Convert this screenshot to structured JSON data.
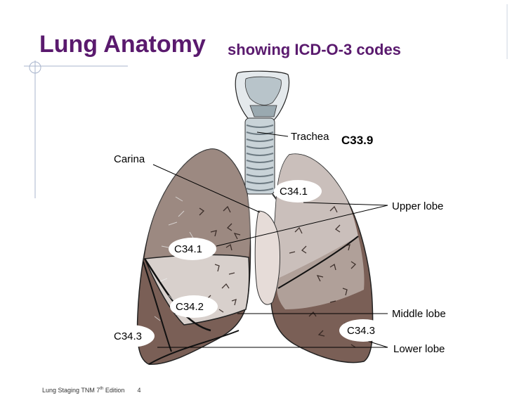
{
  "slide": {
    "title": "Lung Anatomy",
    "subtitle": "showing ICD-O-3 codes"
  },
  "labels": {
    "trachea": "Trachea",
    "trachea_code": "C33.9",
    "carina": "Carina",
    "upper_lobe": "Upper lobe",
    "middle_lobe": "Middle lobe",
    "lower_lobe": "Lower lobe"
  },
  "codes": {
    "right_upper_main": "C34.1",
    "left_upper": "C34.1",
    "middle": "C34.2",
    "left_lower": "C34.3",
    "right_lower": "C34.3"
  },
  "footer": {
    "text_prefix": "Lung Staging TNM 7",
    "superscript": "th",
    "text_suffix": " Edition",
    "page_number": "4"
  },
  "colors": {
    "title": "#5a1a6e",
    "lung_dark": "#7a5f56",
    "lung_light": "#d8d0cc",
    "trachea": "#c9d3d8",
    "guide_line": "#a8b4cc"
  }
}
